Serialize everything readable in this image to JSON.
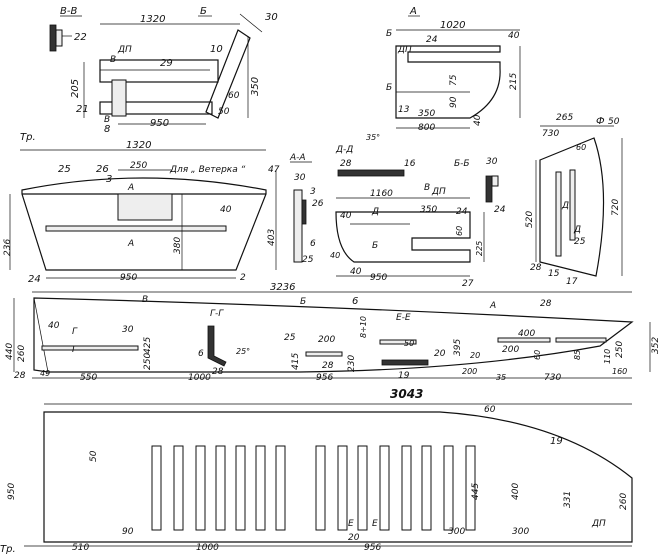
{
  "section_labels": {
    "b_b": "В-В",
    "a_a": "А-А",
    "d_d": "Д-Д",
    "b2_b2": "Б-Б",
    "g_g": "Г-Г",
    "e_e": "Е-Е"
  },
  "view_labels": {
    "b_top": "Б",
    "a_top": "А",
    "b_mid": "Б",
    "v_mid": "В",
    "d_mid": "Д",
    "dp_1": "ДП",
    "dp_2": "ДП",
    "dp_3": "ДП",
    "dp_4": "ДП",
    "tr_1": "Тр.",
    "tr_2": "Тр.",
    "f": "Ф",
    "a_bottom": "А",
    "for_veterok": "Для „ Ветерка “"
  },
  "part_numbers": {
    "p22": "22",
    "p29": "29",
    "p10": "10",
    "p21": "21",
    "p8": "8",
    "p13": "13",
    "p25a": "25",
    "p26a": "26",
    "p3a": "3",
    "p24a": "24",
    "p2": "2",
    "p28a": "28",
    "p16": "16",
    "p3b": "3",
    "p26b": "26",
    "p25b": "25",
    "p24b": "24",
    "p27": "27",
    "p15": "15",
    "p28b": "28",
    "p17": "17",
    "p6a": "6",
    "p28c": "28",
    "p28d": "28",
    "p6b": "6",
    "p28e": "28",
    "p20": "20",
    "p19a": "19",
    "p28f": "28",
    "p19b": "19",
    "p20b": "20"
  },
  "dimensions": {
    "d1320a": "1320",
    "d30a": "30",
    "d350a": "350",
    "d205": "205",
    "d950a": "950",
    "d60a": "60",
    "d50a": "50",
    "d1020": "1020",
    "d40a": "40",
    "d24a": "24",
    "d215": "215",
    "d75": "75",
    "d90": "90",
    "d350b": "350",
    "d800": "800",
    "d40b": "40",
    "d1320b": "1320",
    "d250a": "250",
    "d40c": "40",
    "d236": "236",
    "d380": "380",
    "d403": "403",
    "d950b": "950",
    "d47": "47",
    "d30b": "30",
    "d6": "6",
    "d35": "35°",
    "d30c": "30",
    "d1160": "1160",
    "d350c": "350",
    "d40d": "40",
    "d60b": "60",
    "d225": "225",
    "d40e": "40",
    "d950c": "950",
    "d24b": "24",
    "d40f": "40",
    "d265": "265",
    "d730a": "730",
    "d50b": "50",
    "d520": "520",
    "d720": "720",
    "d25a": "25",
    "d60c": "60",
    "d3236": "3236",
    "d440": "440",
    "d260a": "260",
    "d40g": "40",
    "d30d": "30",
    "d425": "425",
    "d250b": "250",
    "d25deg": "25°",
    "d25b": "25",
    "d200a": "200",
    "d415": "415",
    "d230": "230",
    "d8_10": "8÷10",
    "d50c": "50",
    "d395": "395",
    "d20a": "20",
    "d400a": "400",
    "d200b": "200",
    "d60d": "60",
    "d85": "85",
    "d110": "110",
    "d250c": "250",
    "d352": "352",
    "d49": "49",
    "d550": "550",
    "d1000a": "1000",
    "d956a": "956",
    "d200c": "200",
    "d35b": "35",
    "d730b": "730",
    "d160": "160",
    "d3043": "3043",
    "d50d": "50",
    "d60e": "60",
    "d950d": "950",
    "d445": "445",
    "d400b": "400",
    "d331": "331",
    "d260b": "260",
    "d90b": "90",
    "d510": "510",
    "d1000b": "1000",
    "d956b": "956",
    "d300a": "300",
    "d300b": "300",
    "d20b": "20"
  },
  "cut_marks": {
    "e1": "Е",
    "e2": "Е",
    "g1": "Г",
    "g2": "Г",
    "g3": "Г",
    "a1": "А",
    "a2": "А",
    "b1": "Б",
    "b2": "Б",
    "d1": "Д",
    "d2": "Д",
    "v1": "В",
    "v2": "В",
    "b3": "Б",
    "b4": "Б",
    "a3": "А",
    "a4": "А",
    "d3": "Д",
    "d4": "Д",
    "v3": "В",
    "b5": "Б",
    "b6": "Б",
    "a5": "А"
  },
  "colors": {
    "ink": "#111111",
    "paper": "#ffffff"
  }
}
